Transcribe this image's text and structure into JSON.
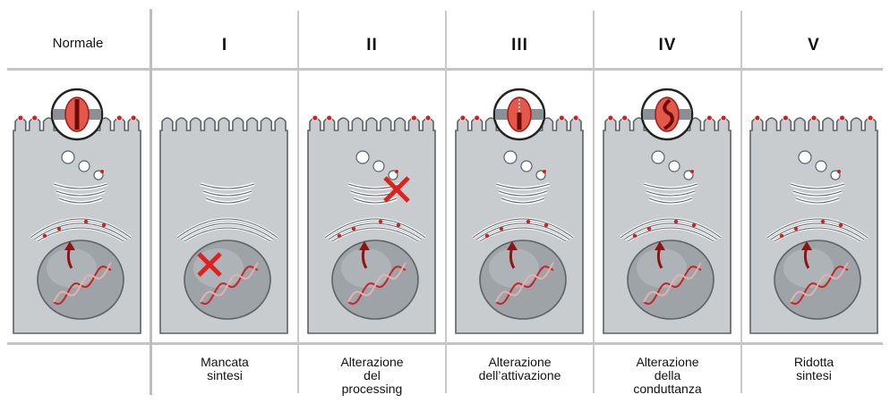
{
  "columns": [
    {
      "id": "normal",
      "header": "Normale",
      "caption": "",
      "variant": "normal"
    },
    {
      "id": "class-1",
      "header": "I",
      "caption": "Mancata\nsintesi",
      "variant": "none"
    },
    {
      "id": "class-2",
      "header": "II",
      "caption": "Alterazione\ndel\nprocessing",
      "variant": "processing"
    },
    {
      "id": "class-3",
      "header": "III",
      "caption": "Alterazione\ndell’attivazione",
      "variant": "activation"
    },
    {
      "id": "class-4",
      "header": "IV",
      "caption": "Alterazione\ndella\nconduttanza",
      "variant": "conductance"
    },
    {
      "id": "class-5",
      "header": "V",
      "caption": "Ridotta\nsintesi",
      "variant": "reduced"
    }
  ],
  "colors": {
    "cell_fill": "#c8cccf",
    "cell_stroke": "#5d6266",
    "nucleus_fill": "#9da3a7",
    "protein_red": "#cc2222",
    "cross_red": "#e0201e",
    "divider": "#c4c4c4"
  },
  "icons": {
    "block": "red-x-icon",
    "channel": "ion-channel-icon"
  }
}
